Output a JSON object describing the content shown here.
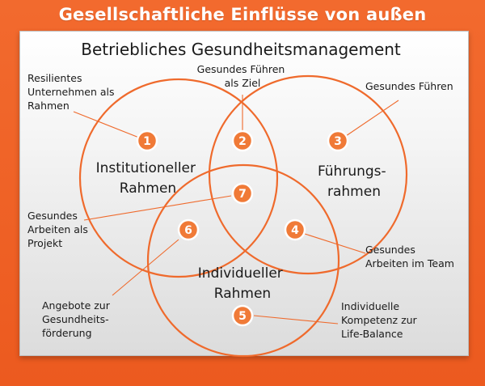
{
  "outer_title": "Gesellschaftliche Einflüsse von außen",
  "inner_title": "Betriebliches Gesundheitsmanagement",
  "regions": {
    "institutional": [
      "Institutioneller",
      "Rahmen"
    ],
    "leadership": [
      "Führungs-",
      "rahmen"
    ],
    "individual": [
      "Individueller",
      "Rahmen"
    ]
  },
  "badges": [
    "1",
    "2",
    "3",
    "4",
    "5",
    "6",
    "7"
  ],
  "callouts": {
    "c1": [
      "Resilientes",
      "Unternehmen als",
      "Rahmen"
    ],
    "c2": [
      "Gesundes Führen",
      "als Ziel"
    ],
    "c3": [
      "Gesundes Führen"
    ],
    "c4": [
      "Gesundes",
      "Arbeiten im Team"
    ],
    "c5": [
      "Individuelle",
      "Kompetenz zur",
      "Life-Balance"
    ],
    "c6": [
      "Angebote zur",
      "Gesundheits-",
      "förderung"
    ],
    "c7": [
      "Gesundes",
      "Arbeiten als",
      "Projekt"
    ]
  },
  "colors": {
    "accent": "#ef6a2c",
    "background": "#ef5a23",
    "badge_fill": "#f07a37"
  }
}
